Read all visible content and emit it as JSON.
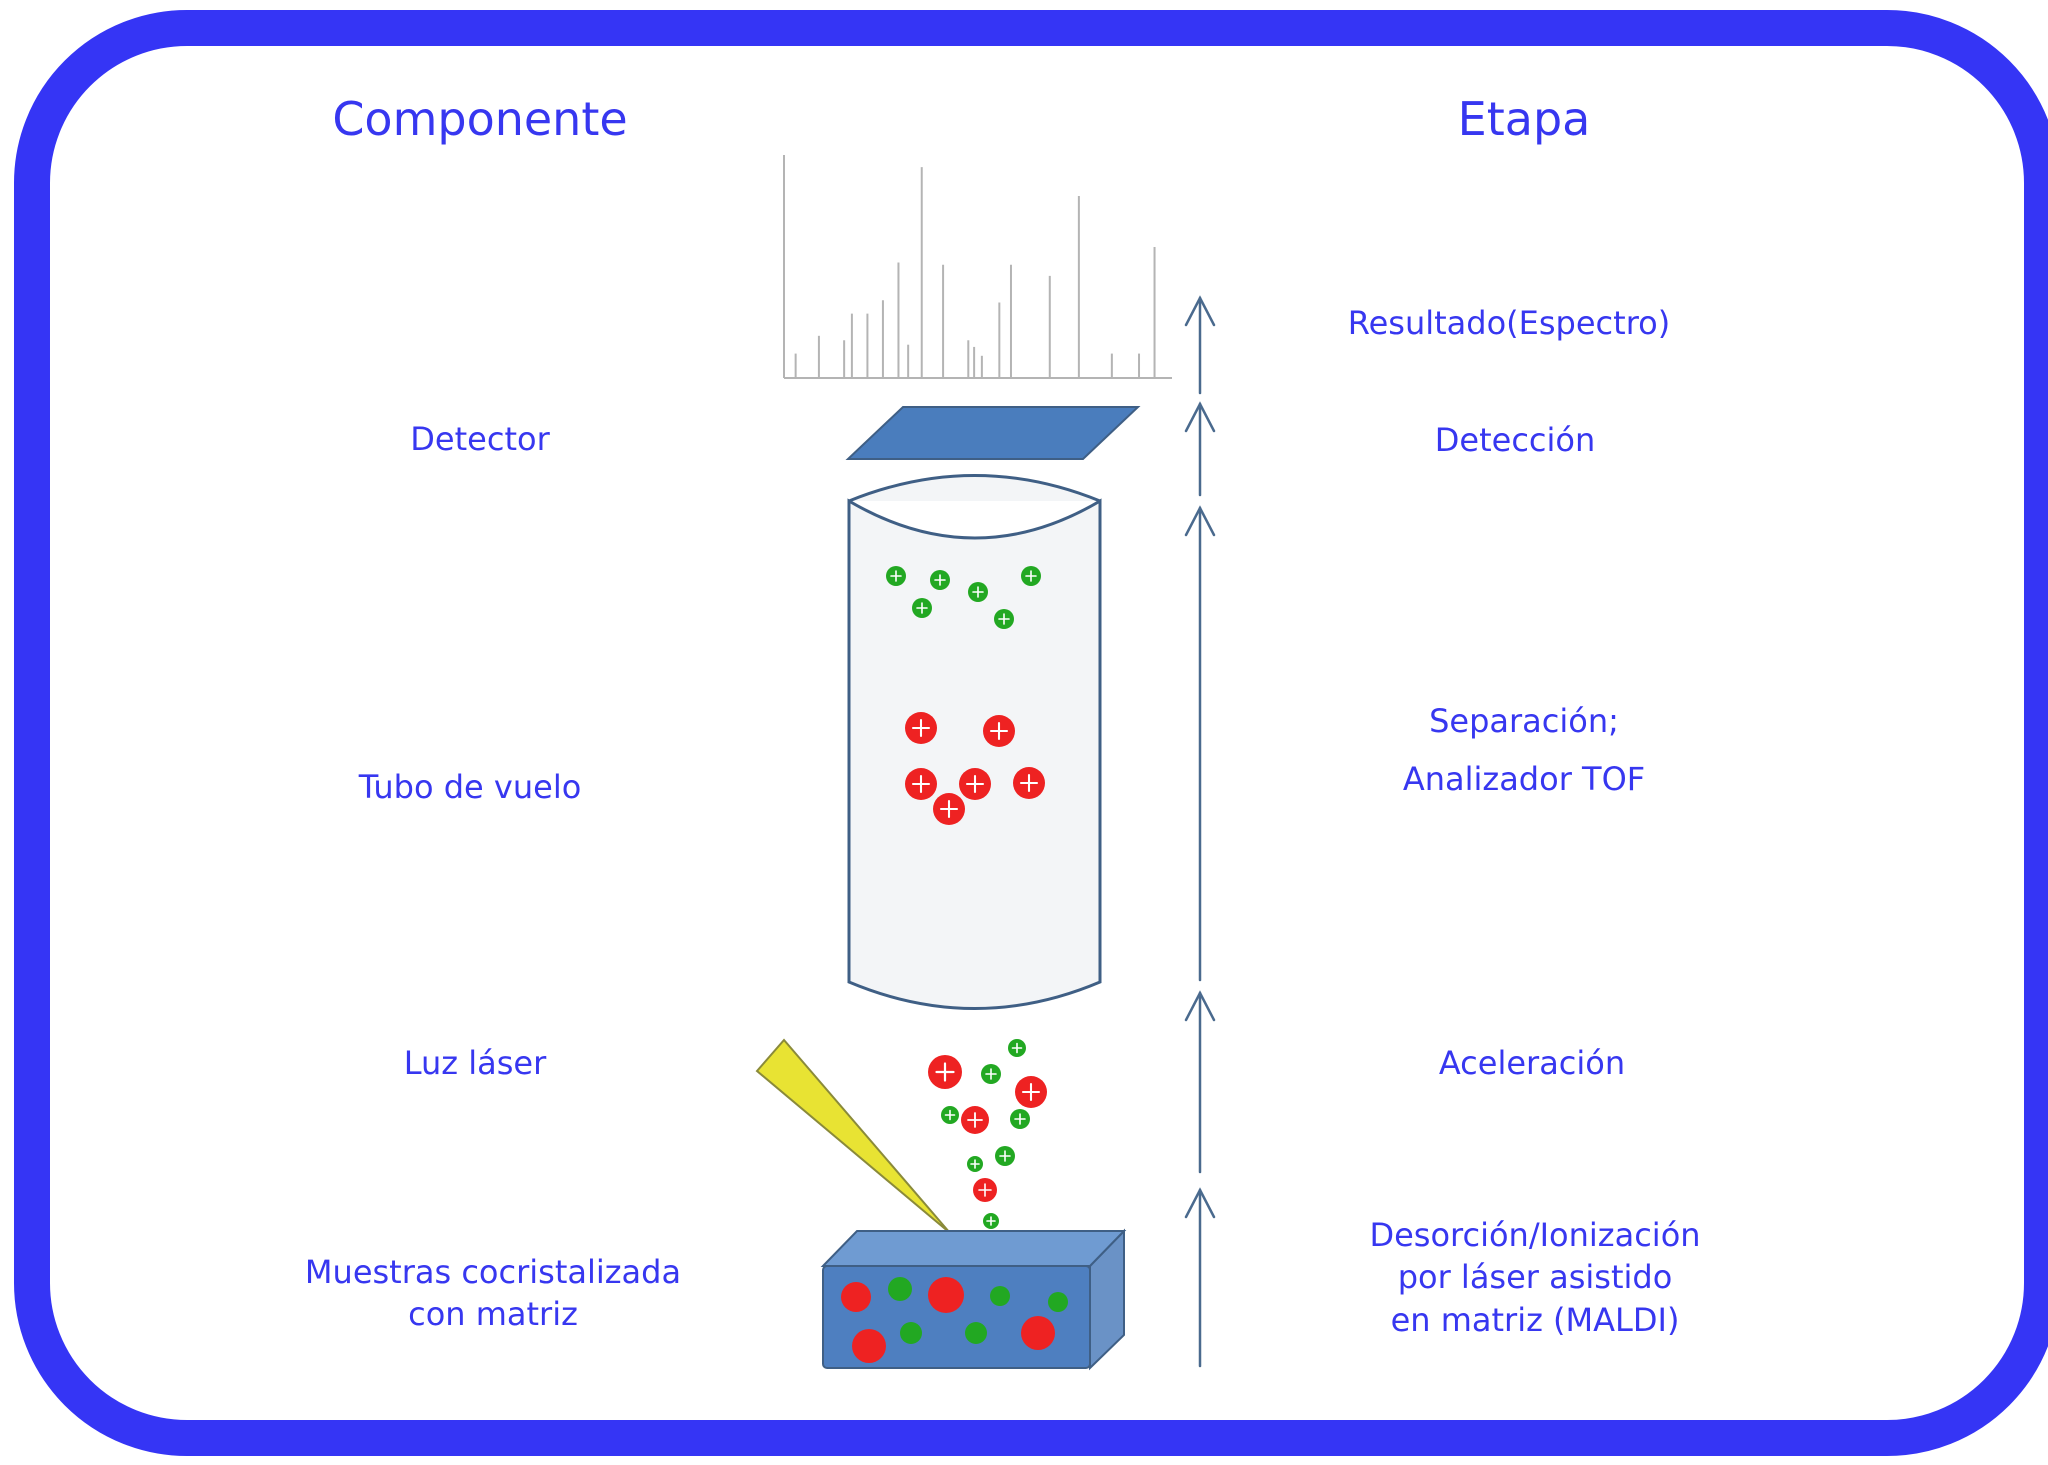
{
  "headers": {
    "component": "Componente",
    "stage": "Etapa"
  },
  "components": {
    "detector": "Detector",
    "flight_tube": "Tubo de vuelo",
    "laser": "Luz láser",
    "sample_line1": "Muestras cocristalizada",
    "sample_line2": "con matriz"
  },
  "stages": {
    "result": "Resultado(Espectro)",
    "detection": "Detección",
    "separation_line1": "Separación;",
    "separation_line2": "Analizador TOF",
    "acceleration": "Aceleración",
    "maldi_line1": "Desorción/Ionización",
    "maldi_line2": "por láser asistido",
    "maldi_line3": "en matriz (MALDI)"
  },
  "spectrum_peaks": [
    {
      "mz": 0.03,
      "intensity": 0.11
    },
    {
      "mz": 0.09,
      "intensity": 0.19
    },
    {
      "mz": 0.155,
      "intensity": 0.17
    },
    {
      "mz": 0.175,
      "intensity": 0.29
    },
    {
      "mz": 0.215,
      "intensity": 0.29
    },
    {
      "mz": 0.255,
      "intensity": 0.35
    },
    {
      "mz": 0.295,
      "intensity": 0.52
    },
    {
      "mz": 0.32,
      "intensity": 0.15
    },
    {
      "mz": 0.355,
      "intensity": 0.95
    },
    {
      "mz": 0.41,
      "intensity": 0.51
    },
    {
      "mz": 0.475,
      "intensity": 0.17
    },
    {
      "mz": 0.49,
      "intensity": 0.14
    },
    {
      "mz": 0.51,
      "intensity": 0.1
    },
    {
      "mz": 0.555,
      "intensity": 0.34
    },
    {
      "mz": 0.585,
      "intensity": 0.51
    },
    {
      "mz": 0.685,
      "intensity": 0.46
    },
    {
      "mz": 0.76,
      "intensity": 0.82
    },
    {
      "mz": 0.845,
      "intensity": 0.11
    },
    {
      "mz": 0.915,
      "intensity": 0.11
    },
    {
      "mz": 0.955,
      "intensity": 0.59
    }
  ],
  "colors": {
    "frame": "#3535f5",
    "text": "#3737f0",
    "arrow": "#4a6a8e",
    "tube_fill": "#f3f5f7",
    "tube_stroke": "#3f5f85",
    "detector": "#4a7dbd",
    "plate_front": "#4e7fc0",
    "plate_top": "#6f9bd2",
    "plate_side": "#6a92c6",
    "laser": "#e8e333",
    "ion_red": "#ee2222",
    "ion_green": "#22a822",
    "spectrum": "#b4b4b4"
  }
}
